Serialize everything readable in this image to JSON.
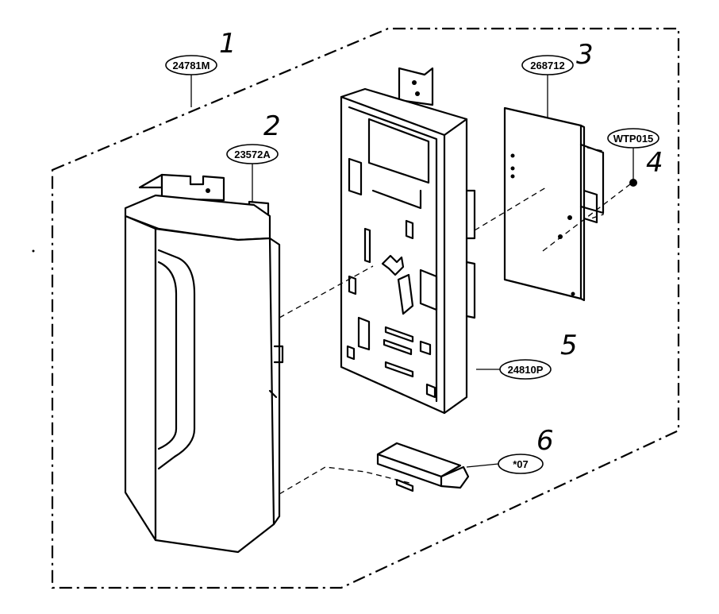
{
  "callouts": [
    {
      "index": "1",
      "part": "24781M"
    },
    {
      "index": "2",
      "part": "23572A"
    },
    {
      "index": "3",
      "part": "268712"
    },
    {
      "index": "4",
      "part": "WTP015"
    },
    {
      "index": "5",
      "part": "24810P"
    },
    {
      "index": "6",
      "part": "*07"
    }
  ]
}
